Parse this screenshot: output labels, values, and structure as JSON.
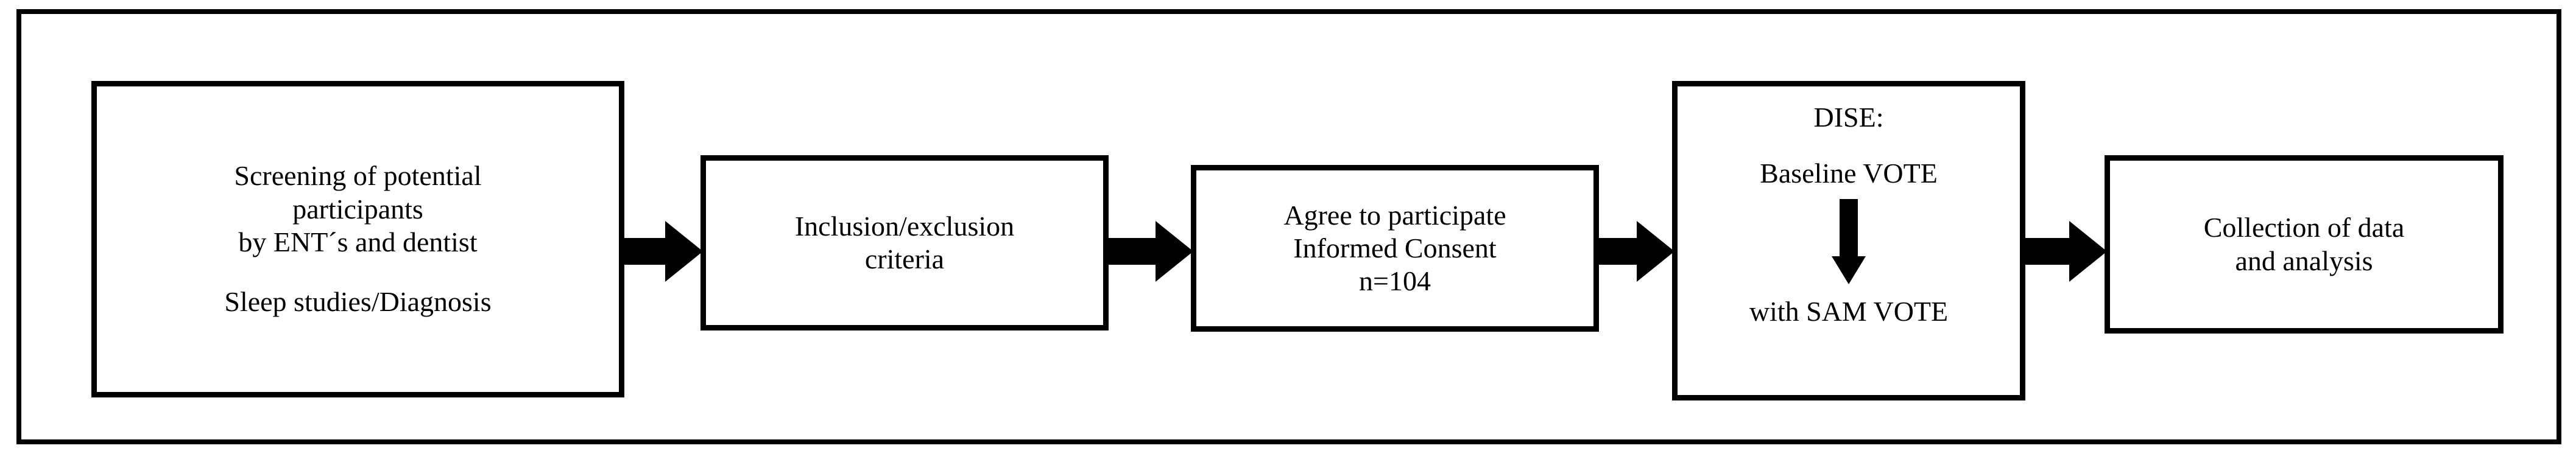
{
  "figure": {
    "type": "flowchart",
    "orientation": "left-to-right",
    "frame_color": "#000000",
    "background_color": "#ffffff"
  },
  "nodes": [
    {
      "id": "screening",
      "lines": [
        "Screening of potential",
        "participants",
        "by ENT´s and dentist",
        "",
        "Sleep studies/Diagnosis"
      ],
      "line_0": "Screening of potential",
      "line_1": "participants",
      "line_2": "by ENT´s and dentist",
      "line_3": "Sleep studies/Diagnosis"
    },
    {
      "id": "criteria",
      "lines": [
        "Inclusion/exclusion",
        "criteria"
      ],
      "line_0": "Inclusion/exclusion",
      "line_1": "criteria"
    },
    {
      "id": "consent",
      "lines": [
        "Agree to participate",
        "Informed Consent",
        "n=104"
      ],
      "line_0": "Agree to participate",
      "line_1": "Informed Consent",
      "line_2": "n=104",
      "participant_count": 104
    },
    {
      "id": "dise",
      "lines": [
        "DISE:",
        "Baseline VOTE",
        "with SAM VOTE"
      ],
      "line_0": "DISE:",
      "line_1": "Baseline VOTE",
      "line_2": "with SAM VOTE",
      "inner_arrow": "down-arrow-icon"
    },
    {
      "id": "collection",
      "lines": [
        "Collection of data",
        "and analysis"
      ],
      "line_0": "Collection of data",
      "line_1": "and analysis"
    }
  ],
  "edges": [
    {
      "id": "edge-1",
      "from": "screening",
      "to": "criteria",
      "icon": "right-block-arrow-icon"
    },
    {
      "id": "edge-2",
      "from": "criteria",
      "to": "consent",
      "icon": "right-block-arrow-icon"
    },
    {
      "id": "edge-3",
      "from": "consent",
      "to": "dise",
      "icon": "right-block-arrow-icon"
    },
    {
      "id": "edge-4",
      "from": "dise",
      "to": "collection",
      "icon": "right-block-arrow-icon"
    }
  ]
}
